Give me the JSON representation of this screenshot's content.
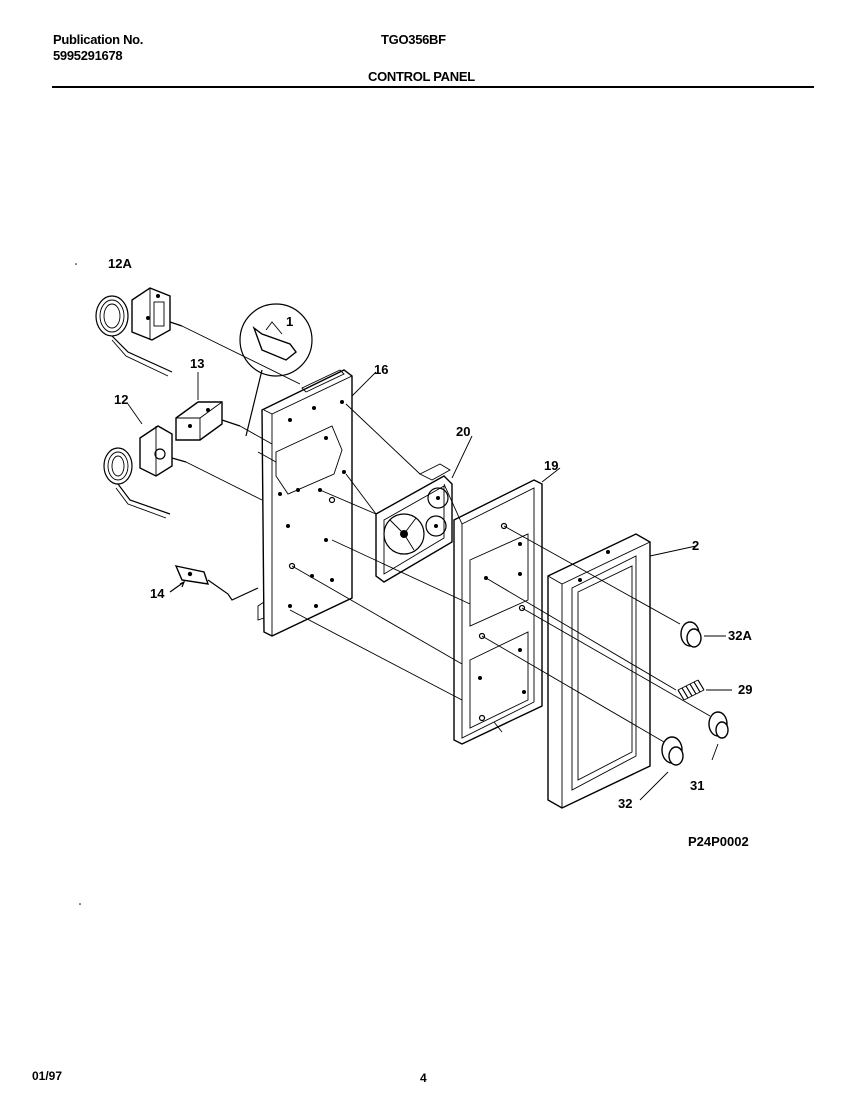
{
  "header": {
    "publication_label": "Publication No.",
    "publication_number": "5995291678",
    "model": "TGO356BF",
    "section_title": "CONTROL PANEL"
  },
  "callouts": {
    "c12A": "12A",
    "c1": "1",
    "c13": "13",
    "c16": "16",
    "c12": "12",
    "c20": "20",
    "c19": "19",
    "c2": "2",
    "c14": "14",
    "c32A": "32A",
    "c29": "29",
    "c31": "31",
    "c32": "32"
  },
  "figure_id": "P24P0002",
  "footer": {
    "date": "01/97",
    "page": "4"
  }
}
